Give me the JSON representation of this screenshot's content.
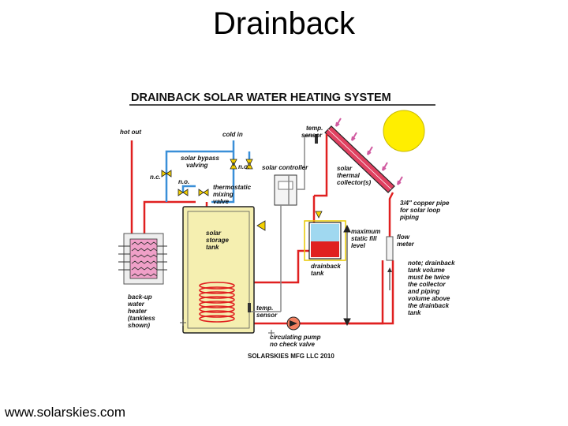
{
  "slide": {
    "title": "Drainback",
    "footer": "www.solarskies.com"
  },
  "diagram": {
    "heading": "DRAINBACK SOLAR WATER HEATING SYSTEM",
    "copyright": "SOLARSKIES MFG LLC 2010",
    "labels": {
      "hot_out": "hot out",
      "cold_in": "cold in",
      "temp_sensor_top": [
        "temp.",
        "sensor"
      ],
      "solar_bypass_valving": [
        "solar bypass",
        "valving"
      ],
      "nc": "n.c.",
      "no_top": "n.o.",
      "no_mid": "n.o.",
      "solar_controller": "solar controller",
      "thermostatic_mixing_valve": [
        "thermostatic",
        "mixing",
        "valve"
      ],
      "solar_thermal_collector": [
        "solar",
        "thermal",
        "collector(s)"
      ],
      "copper_pipe": [
        "3/4\" copper pipe",
        "for solar loop",
        "piping"
      ],
      "solar_storage_tank": [
        "solar",
        "storage",
        "tank"
      ],
      "maximum_static_fill_level": [
        "maximum",
        "static fill",
        "level"
      ],
      "flow_meter": [
        "flow",
        "meter"
      ],
      "drainback_tank": [
        "drainback",
        "tank"
      ],
      "note": [
        "note; drainback",
        "tank volume",
        "must be twice",
        "the collector",
        "and piping",
        "volume above",
        "the drainback",
        "tank"
      ],
      "backup_heater": [
        "back-up",
        "water",
        "heater",
        "(tankless",
        "shown)"
      ],
      "temp_sensor_bottom": [
        "temp.",
        "sensor"
      ],
      "circulating_pump": [
        "circulating pump",
        "no check valve"
      ]
    },
    "colors": {
      "hot_pipe": "#e02020",
      "cold_pipe": "#3a8fd8",
      "tank_fill": "#f5efb0",
      "sun": "#ffee00",
      "collector": "#e04060",
      "heater_coil": "#e060a0",
      "water_blue": "#a0d8f0",
      "arrow_pink": "#d05aa0"
    }
  }
}
